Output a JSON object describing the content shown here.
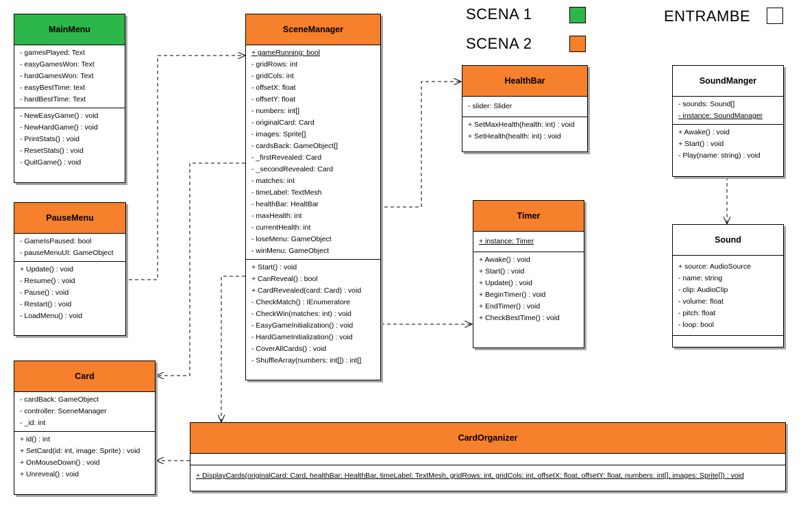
{
  "legend": {
    "scene1": "SCENA 1",
    "scene2": "SCENA 2",
    "both": "ENTRAMBE",
    "scene1_color": "#2db64a",
    "scene2_color": "#f6802b",
    "both_color": "#ffffff"
  },
  "classes": {
    "mainmenu": {
      "name": "MainMenu",
      "attributes": [
        "- gamesPlayed: Text",
        "- easyGamesWon: Text",
        "- hardGamesWon: Text",
        "- easyBestTime: text",
        "- hardBestTime: Text"
      ],
      "methods": [
        "- NewEasyGame() : void",
        "- NewHardGame() : void",
        "- PrintStats() : void",
        "- ResetStats() : void",
        "- QuitGame() : void"
      ]
    },
    "pausemenu": {
      "name": "PauseMenu",
      "attributes": [
        "- GameIsPaused: bool",
        "- pauseMenuUI: GameObject"
      ],
      "methods": [
        "+ Update() : void",
        "- Resume() : void",
        "- Pause() : void",
        "- Restart() : void",
        "- LoadMenu() : void"
      ]
    },
    "card": {
      "name": "Card",
      "attributes": [
        "- cardBack: GameObject",
        "- controller: SceneManager",
        "- _id: int"
      ],
      "methods": [
        "+ id() : int",
        "+ SetCard(id: int, image: Sprite) : void",
        "+ OnMouseDown() : void",
        "+ Unreveal() : void"
      ]
    },
    "scenemanager": {
      "name": "SceneManager",
      "attributes": [
        "+ gameRunning: bool",
        "- gridRows: int",
        "- gridCols: int",
        "- offsetX: float",
        "- offsetY: float",
        "- numbers: int[]",
        "- originalCard: Card",
        "- images: Sprite[]",
        "- cardsBack: GameObject[]",
        "- _firstRevealed: Card",
        "- _secondRevealed: Card",
        "- matches: int",
        "- timeLabel: TextMesh",
        "- healthBar: HealtBar",
        "- maxHealth: int",
        "- currentHealth: int",
        "- loseMenu: GameObject",
        "- winMenu: GameObject"
      ],
      "methods": [
        "+ Start() : void",
        "+ CanReveal() : bool",
        "+ CardRevealed(card: Card) : void",
        "- CheckMatch() : IEnumeratore",
        "- CheckWin(matches: int) : void",
        "- EasyGameInitialization() : void",
        "- HardGameInitialization() : void",
        "- CoverAllCards() : void",
        "- ShuffleArray(numbers: int[]) : int[]"
      ]
    },
    "healthbar": {
      "name": "HealthBar",
      "attributes": [
        "- slider: Slider"
      ],
      "methods": [
        "+ SetMaxHealth(health: int) : void",
        "+ SetHealth(health: int) : void"
      ]
    },
    "timer": {
      "name": "Timer",
      "attributes": [
        "+ instance: Timer"
      ],
      "methods": [
        "+ Awake() : void",
        "+ Start() : void",
        "+ Update() : void",
        "+ BeginTimer() : void",
        "+ EndTimer() : void",
        "+ CheckBestTime() : void"
      ]
    },
    "soundmanger": {
      "name": "SoundManger",
      "attributes": [
        "- sounds: Sound[]",
        "- instance: SoundManager"
      ],
      "methods": [
        "+ Awake() : void",
        "+ Start() : void",
        "- Play(name: string) : void"
      ]
    },
    "sound": {
      "name": "Sound",
      "attributes": [
        "+ source: AudioSource",
        "- name: string",
        "- clip: AudioClip",
        "- volume: float",
        "- pitch: float",
        "- loop: bool"
      ],
      "methods": []
    },
    "cardorganizer": {
      "name": "CardOrganizer",
      "attributes": [],
      "methods": [
        "+ DisplayCards(originalCard: Card, healthBar: HealthBar, timeLabel: TextMesh, gridRows: int, gridCols: int, offsetX: float, offsetY: float, numbers: int[], images: Sprite[]) : void"
      ]
    }
  }
}
